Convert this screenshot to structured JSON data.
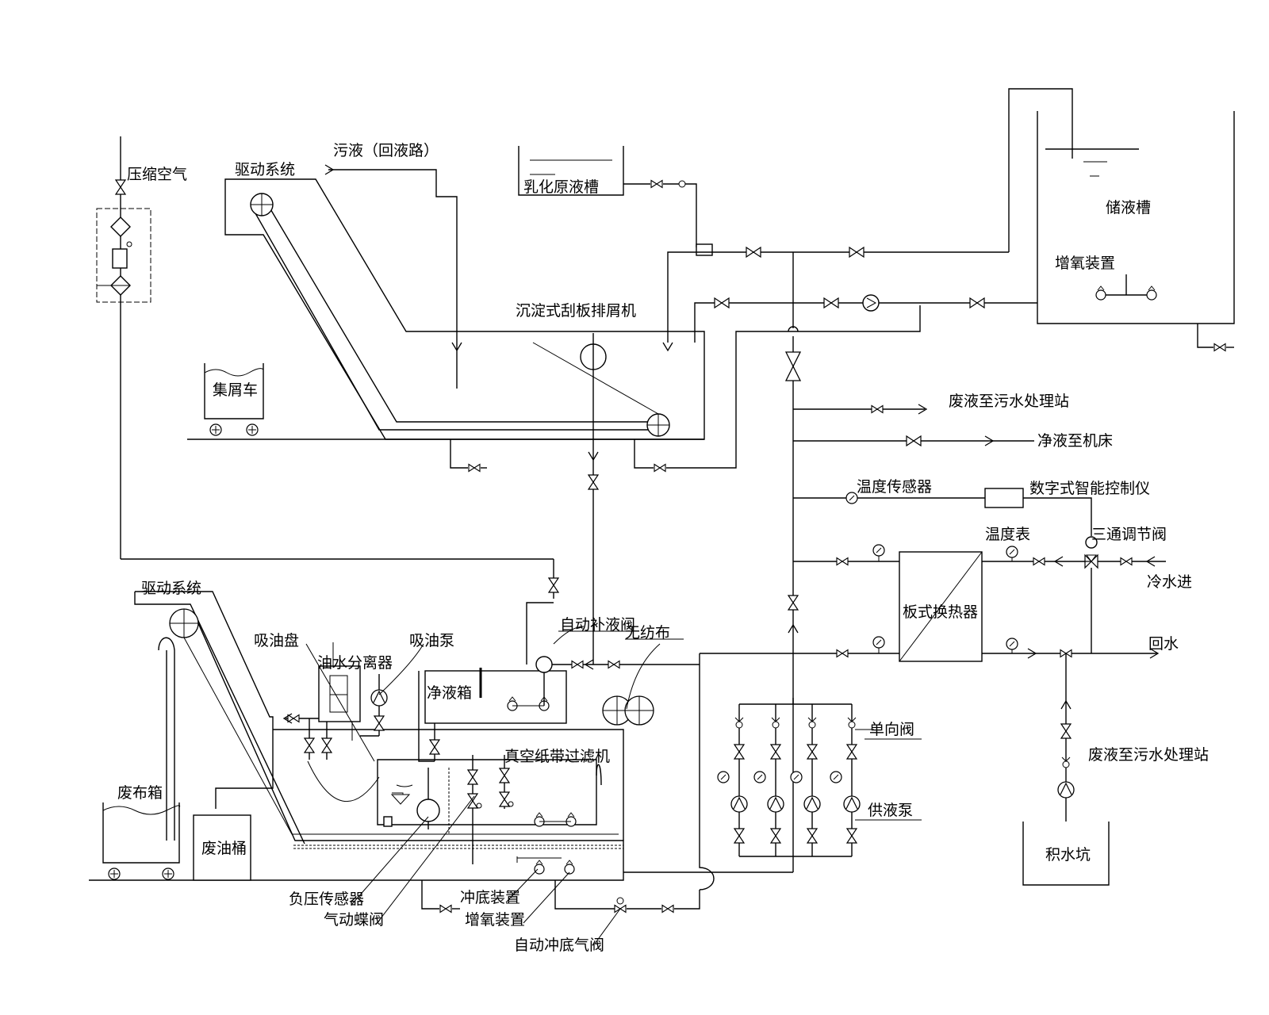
{
  "labels": {
    "compressed_air": "压缩空气",
    "drive_system_top": "驱动系统",
    "dirty_return": "污液（回液路）",
    "emulsion_tank": "乳化原液槽",
    "storage_tank": "储液槽",
    "aerator_top": "增氧装置",
    "scraper_conveyor": "沉淀式刮板排屑机",
    "chip_cart": "集屑车",
    "waste_to_station_1": "废液至污水处理站",
    "clean_to_machine": "净液至机床",
    "temp_sensor": "温度传感器",
    "controller": "数字式智能控制仪",
    "three_way_valve": "三通调节阀",
    "thermometer": "温度表",
    "cold_water_in": "冷水进",
    "plate_hex": "板式换热器",
    "return_water": "回水",
    "drive_system_bottom": "驱动系统",
    "auto_refill_valve": "自动补液阀",
    "nonwoven": "无纺布",
    "oil_skimmer": "吸油盘",
    "oil_water_sep": "油水分离器",
    "oil_pump": "吸油泵",
    "clean_tank": "净液箱",
    "vacuum_filter": "真空纸带过滤机",
    "check_valve": "单向阀",
    "waste_to_station_2": "废液至污水处理站",
    "waste_cloth_box": "废布箱",
    "waste_oil_bucket": "废油桶",
    "supply_pump": "供液泵",
    "sump_pit": "积水坑",
    "neg_pressure_sensor": "负压传感器",
    "pneumatic_butterfly": "气动蝶阀",
    "bottom_flush": "冲底装置",
    "aerator_bottom": "增氧装置",
    "auto_flush_valve": "自动冲底气阀"
  }
}
